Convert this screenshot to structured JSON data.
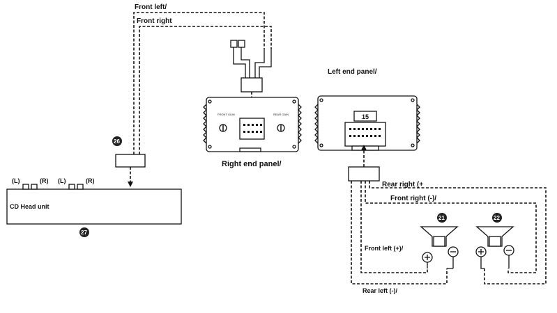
{
  "labels": {
    "front_left": "Front left/",
    "front_right_top": "Front right",
    "right_end_panel": "Right end panel/",
    "left_end_panel": "Left end panel/",
    "cd_head_unit": "CD Head unit",
    "ch_L1": "(L)",
    "ch_R1": "(R)",
    "ch_L2": "(L)",
    "ch_R2": "(R)",
    "rear_right": "Rear right (+",
    "front_right_neg": "Front right (-)/",
    "front_left_pos": "Front left (+)/",
    "rear_left_neg": "Rear left (-)/",
    "front_gain": "FRONT GAIN",
    "rear_gain": "REAR GAIN",
    "fuse_value": "15"
  },
  "callouts": {
    "c26": "26",
    "c27": "27",
    "c21": "21",
    "c22": "22"
  }
}
